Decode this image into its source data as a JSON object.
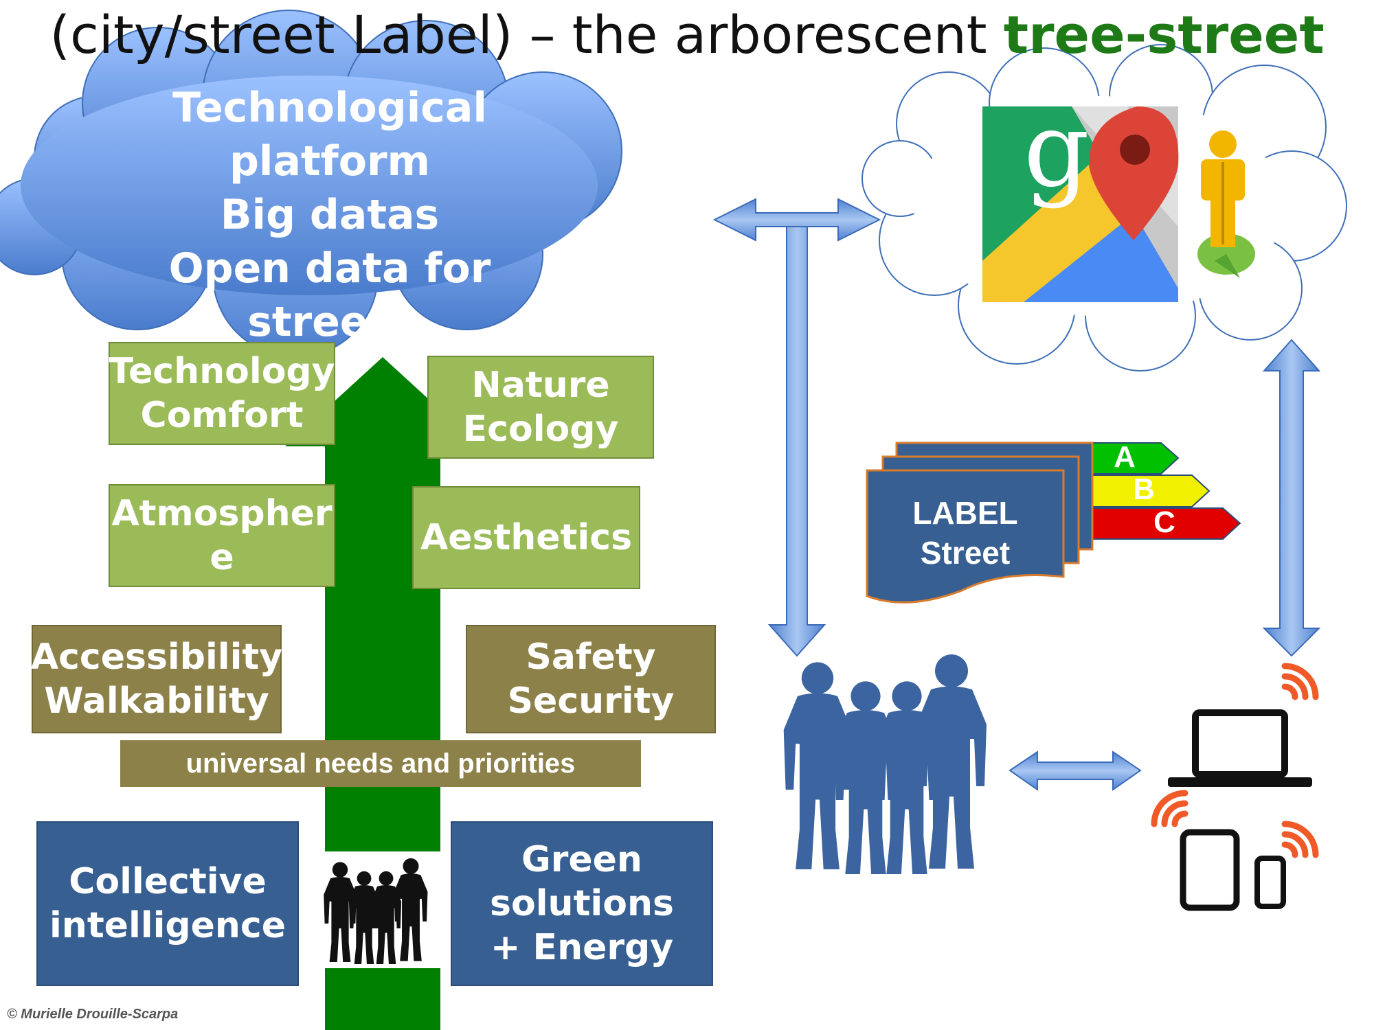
{
  "title": {
    "main": "(city/street Label) – the arborescent ",
    "accent": "tree-street"
  },
  "cloud": {
    "lines": [
      "Technological",
      "platform",
      "Big datas",
      "Open data for streets"
    ]
  },
  "boxes": {
    "technology_comfort": [
      "Technology",
      "Comfort"
    ],
    "nature_ecology": [
      "Nature",
      "Ecology"
    ],
    "atmosphere": [
      "Atmospher",
      "e"
    ],
    "aesthetics": "Aesthetics",
    "accessibility_walkability": [
      "Accessibility",
      "Walkability"
    ],
    "safety_security": [
      "Safety",
      "Security"
    ],
    "universal_needs": "universal needs and priorities",
    "collective_intelligence": [
      "Collective",
      "intelligence"
    ],
    "green_solutions": [
      "Green",
      "solutions",
      "+ Energy"
    ]
  },
  "label_badge": {
    "lines": [
      "LABEL",
      "Street"
    ],
    "grades": [
      "A",
      "B",
      "C"
    ]
  },
  "icons": [
    "google-maps-icon",
    "street-view-pegman-icon",
    "people-silhouette-icon",
    "laptop-icon",
    "tablet-icon",
    "phone-icon",
    "wifi-signal-icon"
  ],
  "colors": {
    "accent_green": "#1e7a16",
    "trunk_green": "#008000",
    "box_green": "#9bbb59",
    "box_olive": "#8c8149",
    "box_blue": "#375f92",
    "cloud_blue": "#6a9be2",
    "arrow_blue": "#5d8fd6"
  },
  "copyright": "© Murielle Drouille-Scarpa"
}
